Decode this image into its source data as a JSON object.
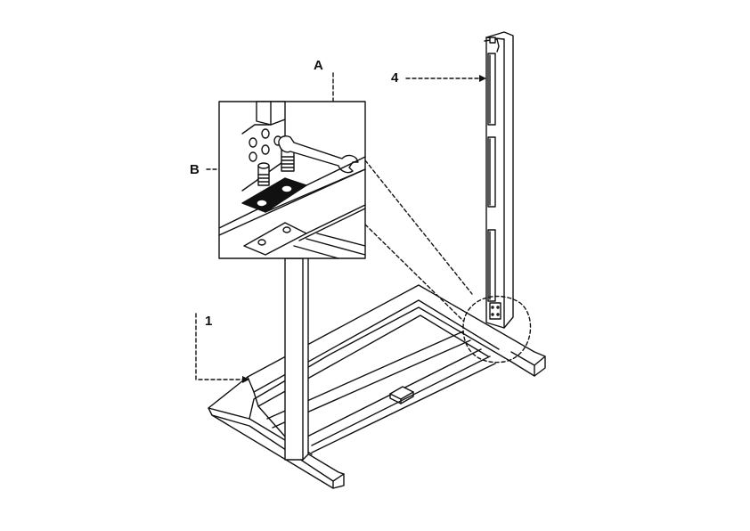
{
  "callouts": {
    "a": "A",
    "b": "B",
    "one": "1",
    "four": "4"
  },
  "colors": {
    "ink": "#111111",
    "paper": "#ffffff"
  }
}
